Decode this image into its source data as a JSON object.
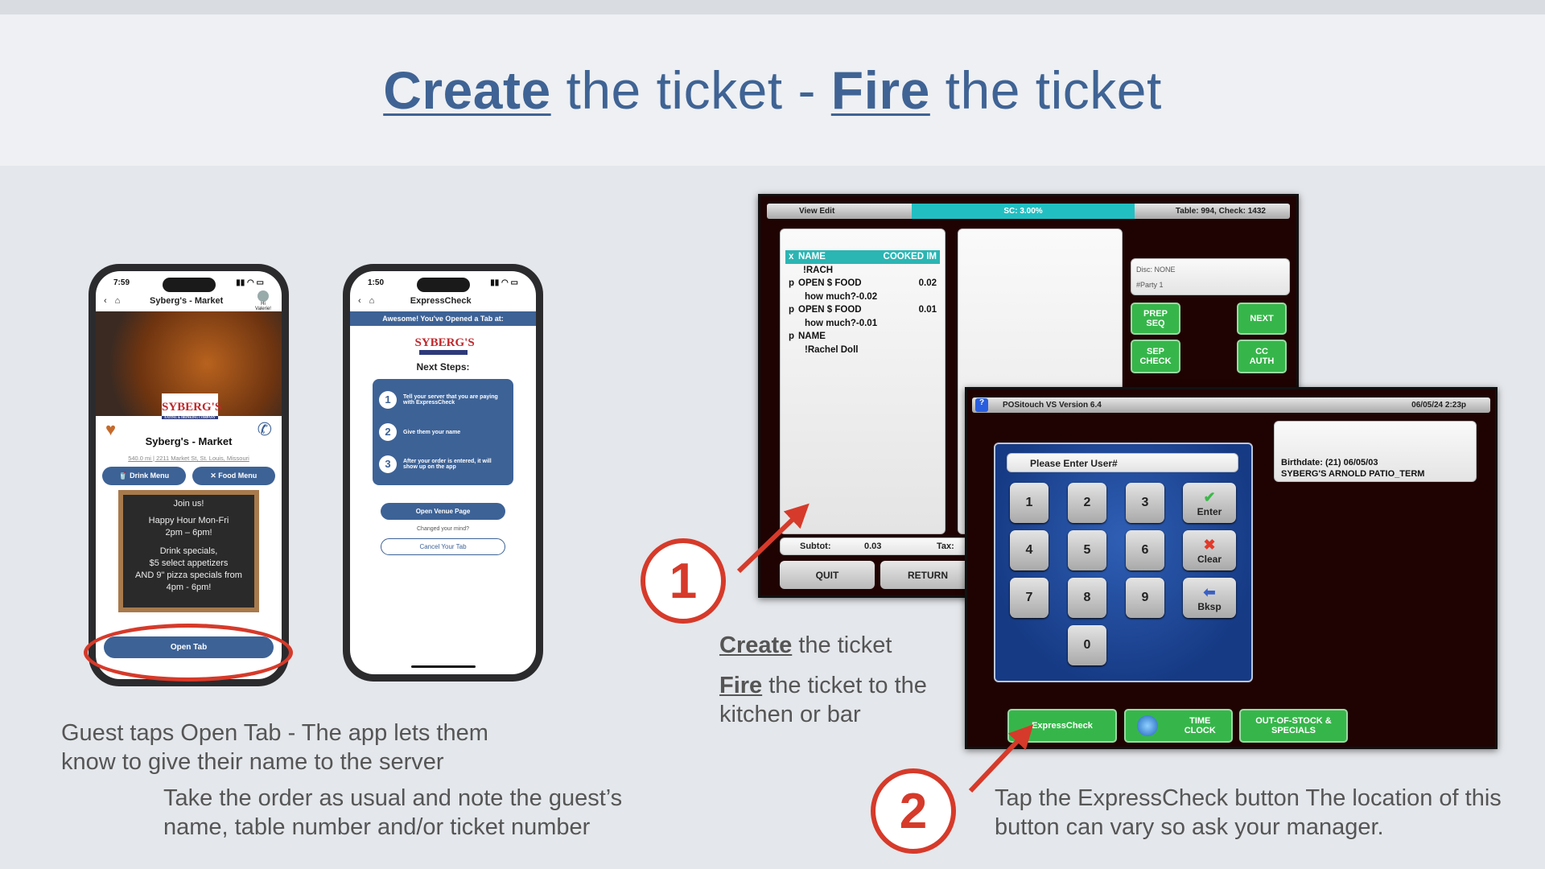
{
  "title": {
    "w1": "Create",
    "m1": " the ticket - ",
    "w2": "Fire",
    "m2": " the ticket"
  },
  "phone1": {
    "time": "7:59",
    "nav_title": "Syberg's - Market",
    "greeting": "Hi Valerie!",
    "logo": "SYBERG'S",
    "logo_sub": "EATING & DRINKING COMPANY",
    "venue": "Syberg's - Market",
    "address": "540.0 mi | 2211 Market St, St. Louis, Missouri",
    "drink_menu": "Drink Menu",
    "food_menu": "Food Menu",
    "chalk": [
      "Join us!",
      "Happy Hour Mon-Fri",
      "2pm – 6pm!",
      "Drink specials,",
      "$5 select appetizers",
      "AND 9\" pizza specials from",
      "4pm - 6pm!"
    ],
    "open_tab": "Open Tab"
  },
  "phone2": {
    "time": "1:50",
    "nav_title": "ExpressCheck",
    "banner": "Awesome! You've Opened a Tab at:",
    "logo": "SYBERG'S",
    "next_steps": "Next Steps:",
    "steps": [
      {
        "n": "1",
        "text": "Tell your server that you are paying with ExpressCheck"
      },
      {
        "n": "2",
        "text": "Give them your name"
      },
      {
        "n": "3",
        "text": "After your order is entered, it will show up on the app"
      }
    ],
    "open_venue": "Open Venue Page",
    "changed": "Changed your mind?",
    "cancel": "Cancel Your Tab"
  },
  "pos1": {
    "view_edit": "View Edit",
    "sc": "SC: 3.00%",
    "table": "Table: 994, Check: 1432",
    "header_x": "x",
    "header_name": "NAME",
    "header_cooked": "COOKED IM",
    "lines": [
      {
        "p": "",
        "name": "!RACH",
        "amt": ""
      },
      {
        "p": "p",
        "name": "OPEN $ FOOD",
        "amt": "0.02"
      },
      {
        "p": "",
        "name": "how much?-0.02",
        "amt": ""
      },
      {
        "p": "p",
        "name": "OPEN $ FOOD",
        "amt": "0.01"
      },
      {
        "p": "",
        "name": "how much?-0.01",
        "amt": ""
      },
      {
        "p": "p",
        "name": "NAME",
        "amt": ""
      },
      {
        "p": "",
        "name": "!Rachel Doll",
        "amt": ""
      }
    ],
    "disc": "Disc: NONE",
    "party": "#Party  1",
    "prep_seq": "PREP SEQ",
    "next": "NEXT",
    "sep_check": "SEP CHECK",
    "cc_auth": "CC AUTH",
    "subtot_label": "Subtot:",
    "subtot": "0.03",
    "tax": "Tax:",
    "quit": "QUIT",
    "return": "RETURN"
  },
  "pos2": {
    "title": "POSitouch VS Version 6.4",
    "datetime": "06/05/24  2:23p",
    "prompt": "Please Enter User#",
    "keys": [
      "1",
      "2",
      "3",
      "4",
      "5",
      "6",
      "7",
      "8",
      "9",
      "0"
    ],
    "enter": "Enter",
    "clear": "Clear",
    "bksp": "Bksp",
    "birthdate": "Birthdate: (21) 06/05/03",
    "user": "SYBERG'S ARNOLD    PATIO_TERM",
    "expresscheck": "ExpressCheck",
    "time_clock": "TIME CLOCK",
    "out_of_stock": "OUT-OF-STOCK & SPECIALS"
  },
  "step1": {
    "n": "1",
    "create_word": "Create",
    "create_rest": " the ticket",
    "fire_word": "Fire",
    "fire_rest": " the ticket to the",
    "fire_line2": "kitchen or bar"
  },
  "step2": {
    "n": "2",
    "text1": "Tap the ExpressCheck button The location of this",
    "text2": "button can vary so ask your manager."
  },
  "bottom_left": {
    "l1": "Guest taps Open Tab - The app lets them",
    "l2": "know to give their name to the server",
    "l3": "Take the order as usual and note the guest’s",
    "l4": "name, table number and/or ticket number"
  },
  "colors": {
    "title_blue": "#3f6394",
    "app_blue": "#3d6296",
    "pos_green": "#36b64a",
    "callout_red": "#d63a2a"
  }
}
